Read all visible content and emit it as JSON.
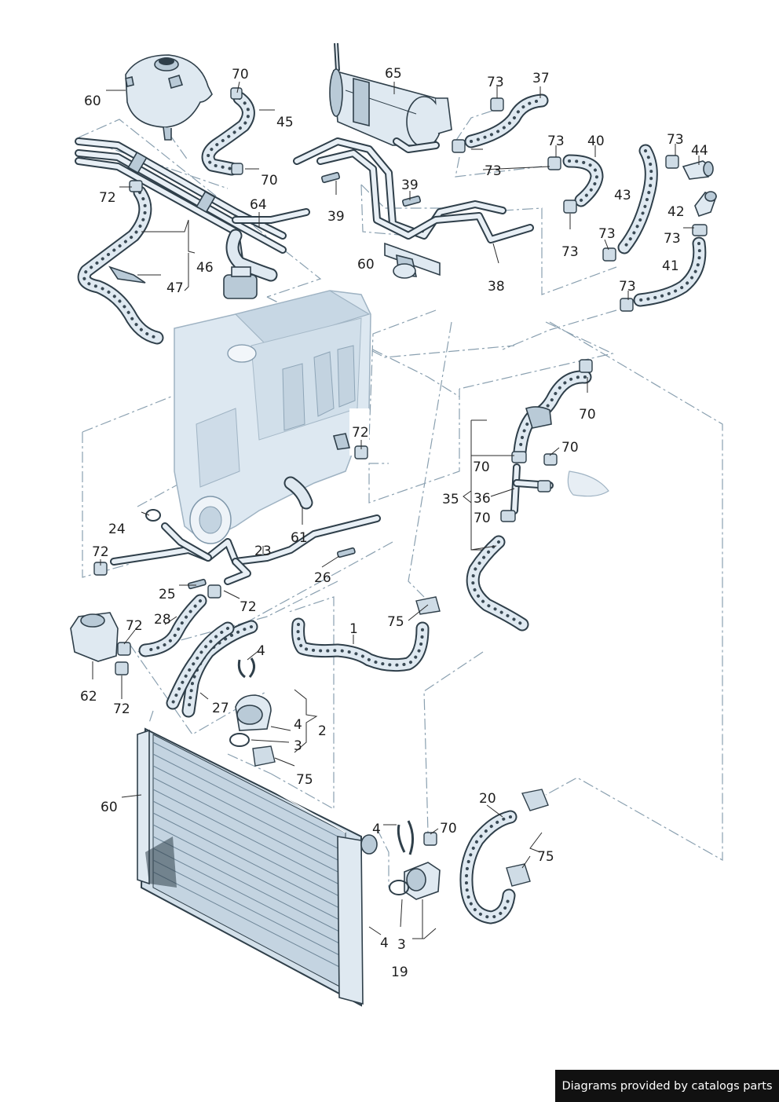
{
  "credit": "Diagrams provided by catalogs parts",
  "callouts": [
    {
      "id": "c70a",
      "text": "70"
    },
    {
      "id": "c60a",
      "text": "60"
    },
    {
      "id": "c45",
      "text": "45"
    },
    {
      "id": "c70b",
      "text": "70"
    },
    {
      "id": "c72a",
      "text": "72"
    },
    {
      "id": "c64",
      "text": "64"
    },
    {
      "id": "c46",
      "text": "46"
    },
    {
      "id": "c47",
      "text": "47"
    },
    {
      "id": "c65",
      "text": "65"
    },
    {
      "id": "c73a",
      "text": "73"
    },
    {
      "id": "c37",
      "text": "37"
    },
    {
      "id": "c73b",
      "text": "73"
    },
    {
      "id": "c40",
      "text": "40"
    },
    {
      "id": "c73c",
      "text": "73"
    },
    {
      "id": "c44",
      "text": "44"
    },
    {
      "id": "c73d",
      "text": "73"
    },
    {
      "id": "c39a",
      "text": "39"
    },
    {
      "id": "c39b",
      "text": "39"
    },
    {
      "id": "c43",
      "text": "43"
    },
    {
      "id": "c42",
      "text": "42"
    },
    {
      "id": "c73e",
      "text": "73"
    },
    {
      "id": "c73f",
      "text": "73"
    },
    {
      "id": "c73g",
      "text": "73"
    },
    {
      "id": "c41",
      "text": "41"
    },
    {
      "id": "c60b",
      "text": "60"
    },
    {
      "id": "c38",
      "text": "38"
    },
    {
      "id": "c73h",
      "text": "73"
    },
    {
      "id": "c70c",
      "text": "70"
    },
    {
      "id": "c72b",
      "text": "72"
    },
    {
      "id": "c70d",
      "text": "70"
    },
    {
      "id": "c70e",
      "text": "70"
    },
    {
      "id": "c35",
      "text": "35"
    },
    {
      "id": "c36",
      "text": "36"
    },
    {
      "id": "c70f",
      "text": "70"
    },
    {
      "id": "c24",
      "text": "24"
    },
    {
      "id": "c61",
      "text": "61"
    },
    {
      "id": "c72c",
      "text": "72"
    },
    {
      "id": "c23",
      "text": "23"
    },
    {
      "id": "c26",
      "text": "26"
    },
    {
      "id": "c25",
      "text": "25"
    },
    {
      "id": "c72d",
      "text": "72"
    },
    {
      "id": "c28",
      "text": "28"
    },
    {
      "id": "c72e",
      "text": "72"
    },
    {
      "id": "c75a",
      "text": "75"
    },
    {
      "id": "c1",
      "text": "1"
    },
    {
      "id": "c4a",
      "text": "4"
    },
    {
      "id": "c62",
      "text": "62"
    },
    {
      "id": "c72f",
      "text": "72"
    },
    {
      "id": "c27",
      "text": "27"
    },
    {
      "id": "c4b",
      "text": "4"
    },
    {
      "id": "c2",
      "text": "2"
    },
    {
      "id": "c3a",
      "text": "3"
    },
    {
      "id": "c75b",
      "text": "75"
    },
    {
      "id": "c60c",
      "text": "60"
    },
    {
      "id": "c20",
      "text": "20"
    },
    {
      "id": "c4c",
      "text": "4"
    },
    {
      "id": "c70g",
      "text": "70"
    },
    {
      "id": "c75c",
      "text": "75"
    },
    {
      "id": "c4d",
      "text": "4"
    },
    {
      "id": "c3b",
      "text": "3"
    },
    {
      "id": "c19",
      "text": "19"
    }
  ]
}
